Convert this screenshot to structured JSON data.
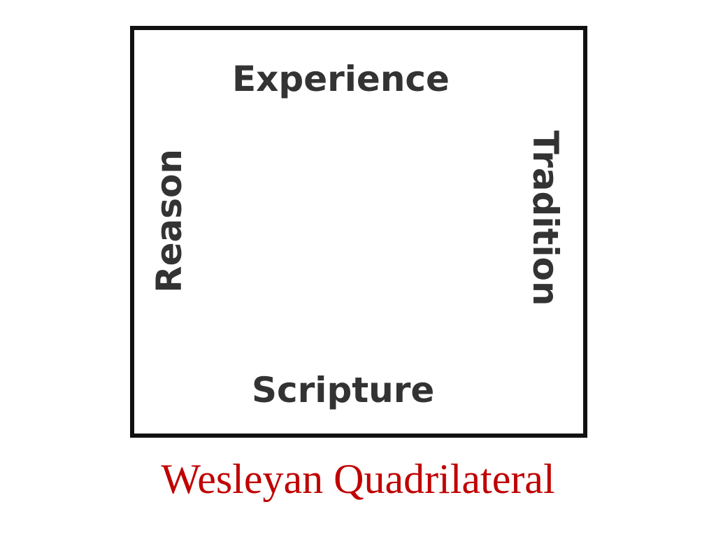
{
  "diagram": {
    "top_label": "Experience",
    "left_label": "Reason",
    "right_label": "Tradition",
    "bottom_label": "Scripture"
  },
  "caption": {
    "text": "Wesleyan Quadrilateral",
    "color": "#c00000"
  }
}
